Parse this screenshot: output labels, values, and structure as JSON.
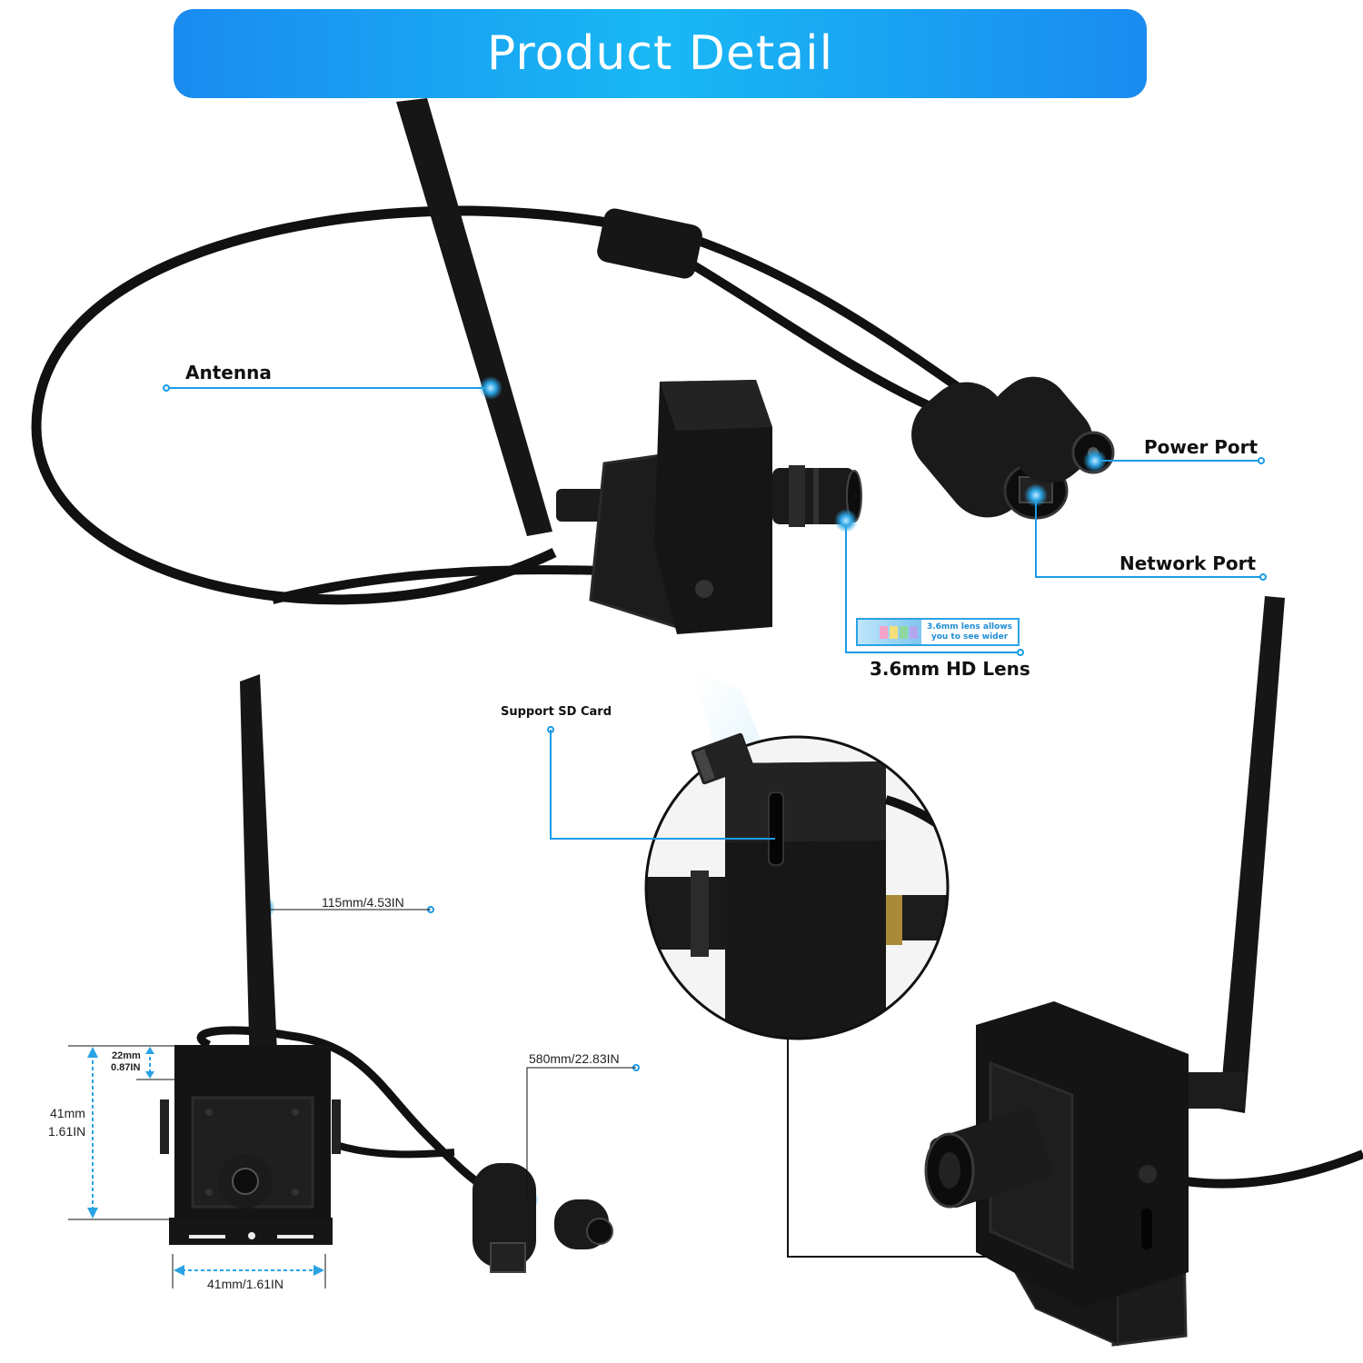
{
  "banner": {
    "title": "Product Detail"
  },
  "callouts": {
    "antenna": "Antenna",
    "power_port": "Power Port",
    "network_port": "Network Port",
    "lens": "3.6mm HD Lens",
    "lens_badge_line1": "3.6mm lens allows",
    "lens_badge_line2": "you to see wider",
    "sd_card": "Support SD Card"
  },
  "dimensions": {
    "antenna_length": "115mm/4.53IN",
    "cable_length": "580mm/22.83IN",
    "depth_mm": "22mm",
    "depth_in": "0.87IN",
    "height_mm": "41mm",
    "height_in": "1.61IN",
    "width": "41mm/1.61IN"
  },
  "colors": {
    "accent": "#1a9be8",
    "banner_start": "#1a8bf0",
    "banner_mid": "#19b8f4",
    "device": "#141414",
    "dimension_line": "#2aa3e4"
  },
  "icons": [
    "antenna-icon",
    "camera-body-icon",
    "rj45-connector-icon",
    "dc-connector-icon",
    "sd-card-icon",
    "lens-icon"
  ]
}
